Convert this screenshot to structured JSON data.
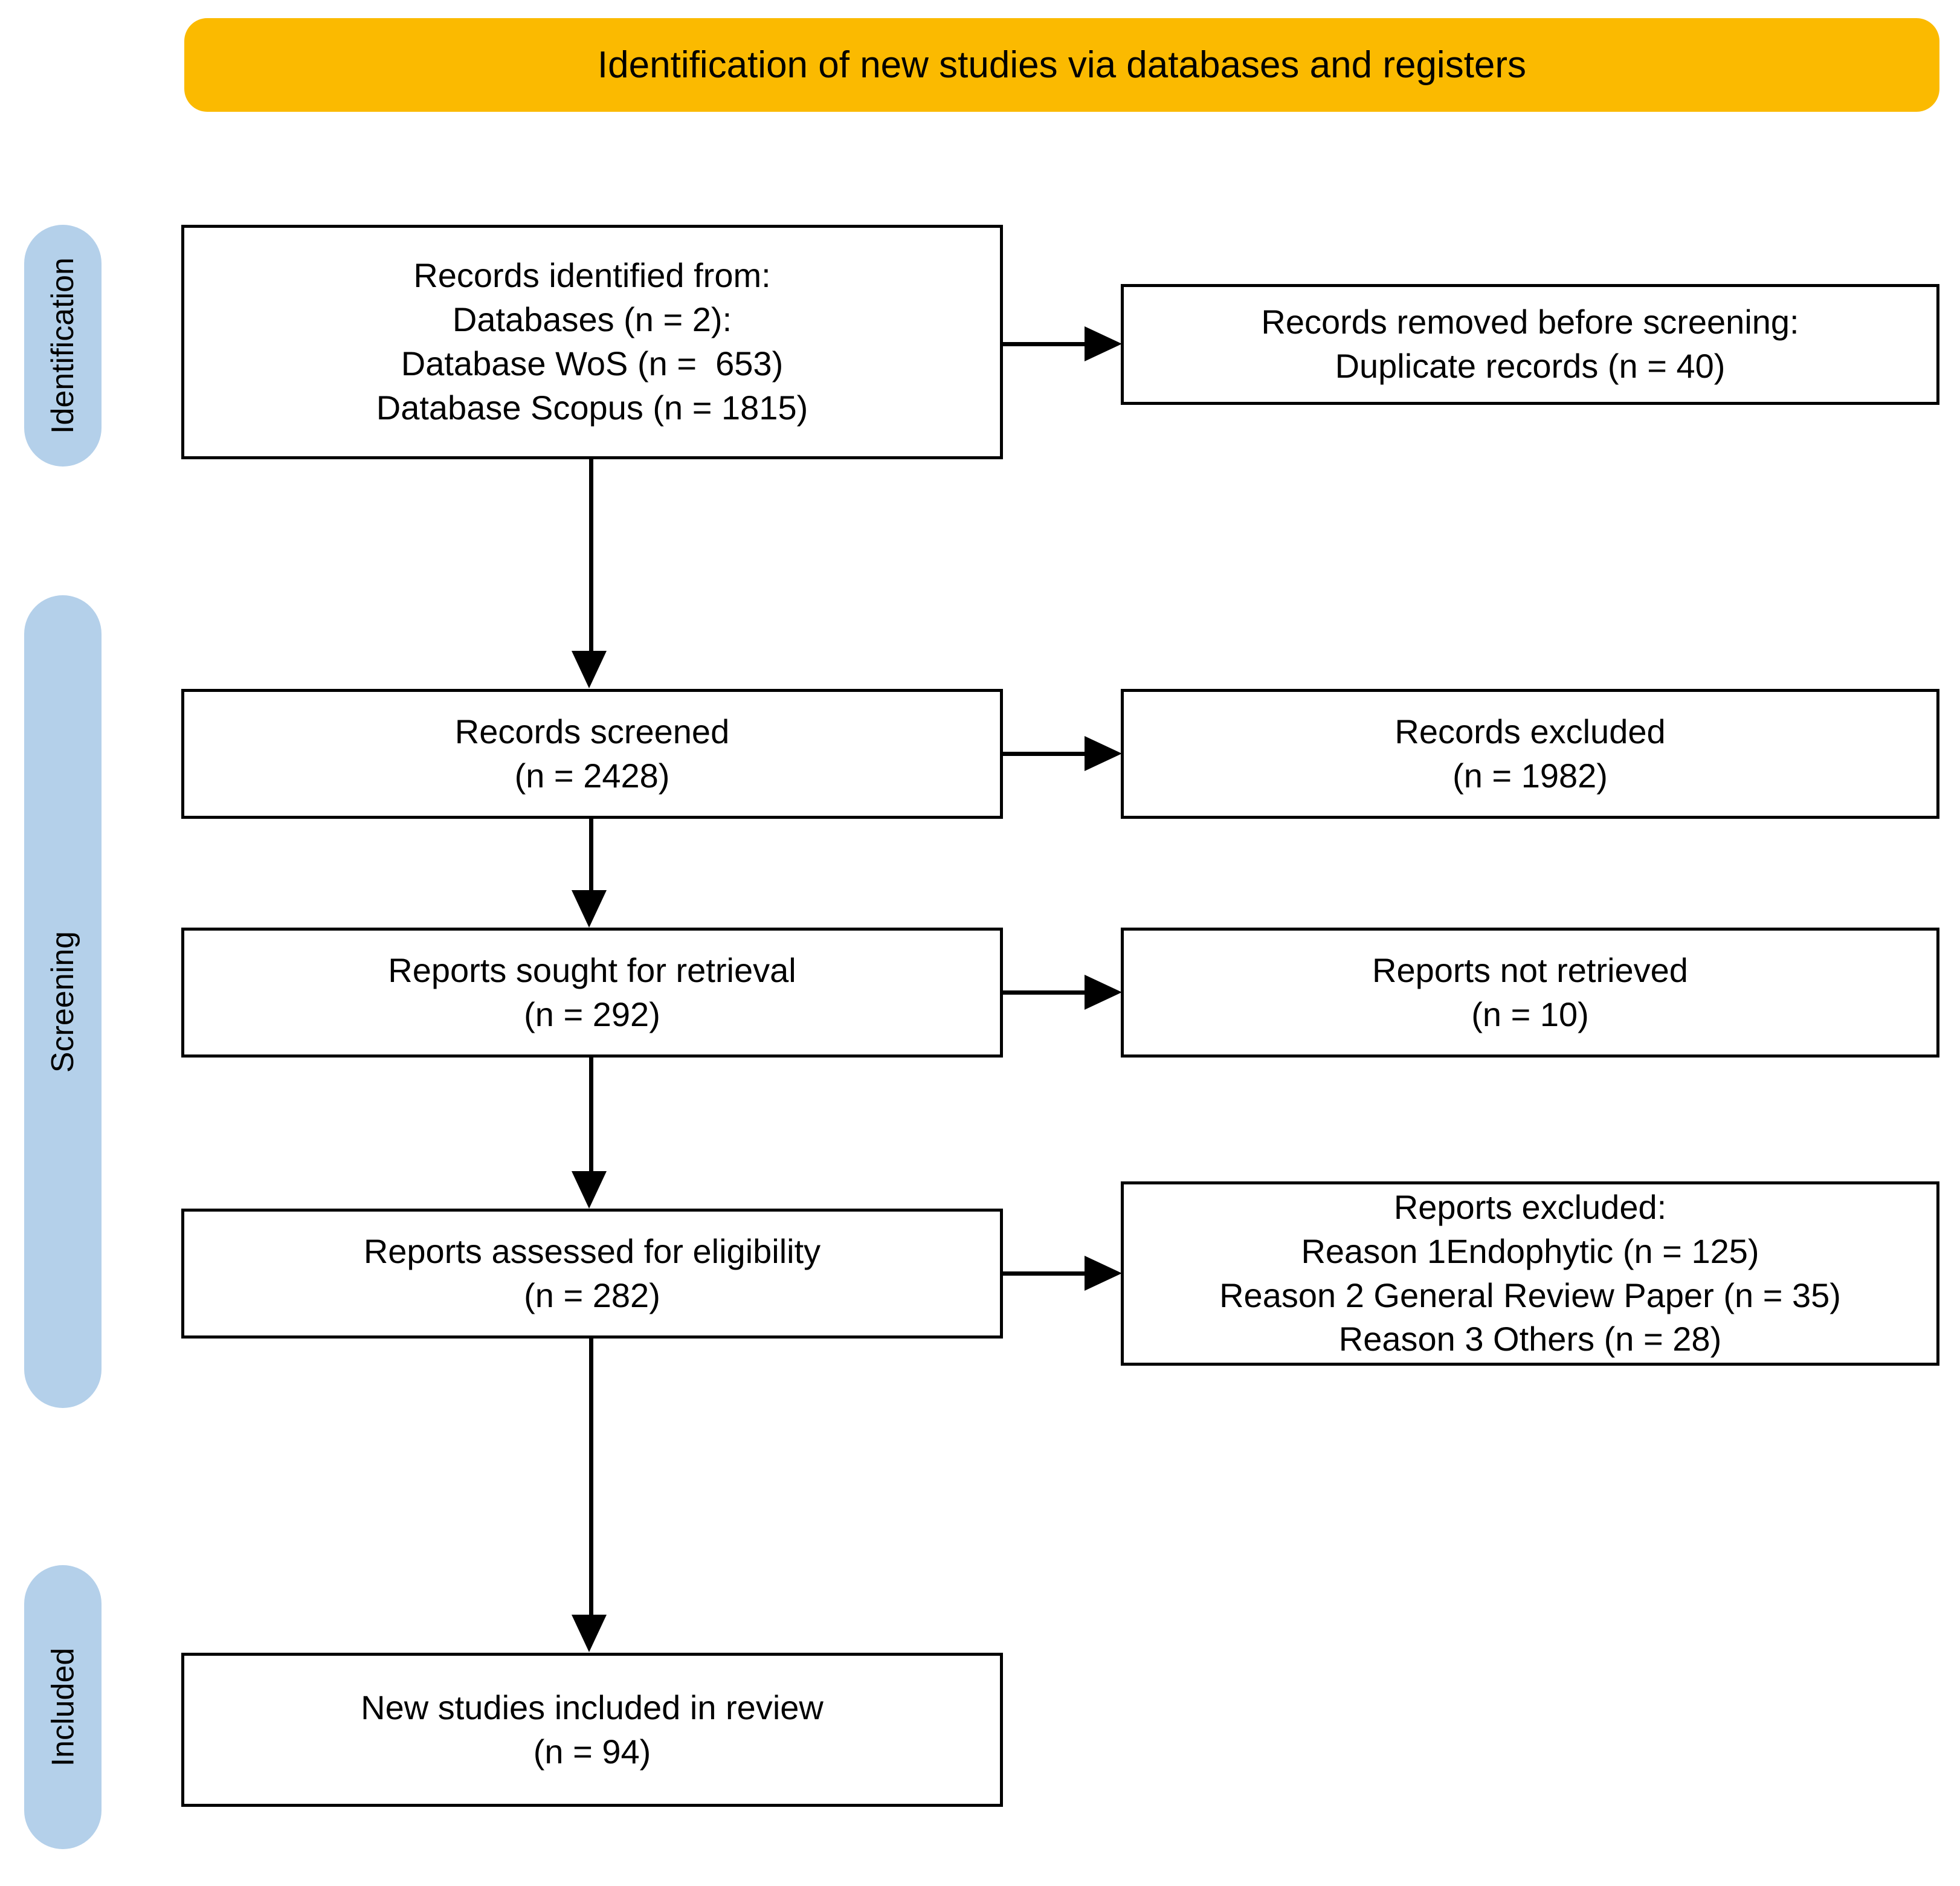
{
  "banner": {
    "title": "Identification of new studies via databases and registers",
    "color": "#FBBA00"
  },
  "stages": {
    "color": "#B4D0EA",
    "identification": "Identification",
    "screening": "Screening",
    "included": "Included"
  },
  "boxes": {
    "records_identified": {
      "lines": [
        "Records identified from:",
        "Databases (n = 2):",
        "Database WoS (n =  653)",
        "Database Scopus (n = 1815)"
      ]
    },
    "records_removed": {
      "lines": [
        "Records removed before screening:",
        "Duplicate records (n = 40)"
      ]
    },
    "records_screened": {
      "lines": [
        "Records screened",
        "(n = 2428)"
      ]
    },
    "records_excluded": {
      "lines": [
        "Records excluded",
        "(n = 1982)"
      ]
    },
    "reports_sought": {
      "lines": [
        "Reports sought for retrieval",
        "(n = 292)"
      ]
    },
    "reports_not_retrieved": {
      "lines": [
        "Reports not retrieved",
        "(n = 10)"
      ]
    },
    "reports_assessed": {
      "lines": [
        "Reports assessed for eligibility",
        "(n = 282)"
      ]
    },
    "reports_excluded": {
      "lines": [
        "Reports excluded:",
        "Reason 1Endophytic (n = 125)",
        "Reason 2 General Review Paper (n = 35)",
        "Reason 3 Others (n = 28)"
      ]
    },
    "studies_included": {
      "lines": [
        "New studies included in review",
        "(n = 94)"
      ]
    }
  }
}
